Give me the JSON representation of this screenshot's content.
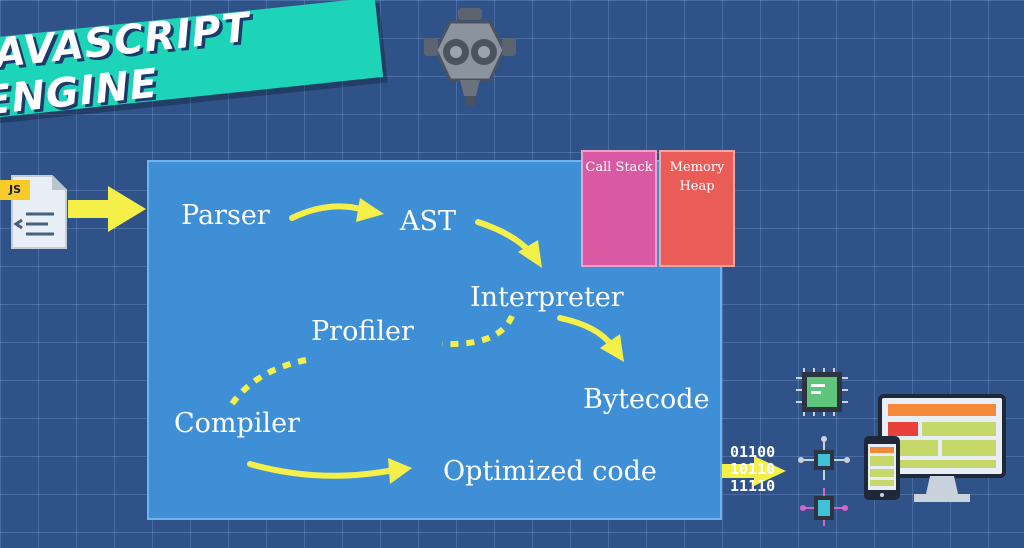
{
  "title": "JAVASCRIPT ENGINE",
  "memory": {
    "call_stack": "Call Stack",
    "memory_heap": "Memory Heap"
  },
  "pipeline": {
    "parser": "Parser",
    "ast": "AST",
    "interpreter": "Interpreter",
    "profiler": "Profiler",
    "compiler": "Compiler",
    "bytecode": "Bytecode",
    "optimized_code": "Optimized code"
  },
  "input_file_badge": "JS",
  "binary_lines": [
    "01100",
    "10110",
    "11110"
  ],
  "colors": {
    "background": "#2f5389",
    "panel": "#3f8fd6",
    "banner": "#1dd3b8",
    "arrow": "#f5ef4a",
    "call_stack": "#d95aa3",
    "memory_heap": "#e95c58"
  },
  "icons": [
    "engine-icon",
    "js-file-icon",
    "blocks-icon",
    "tree-icon",
    "toolbox-icon",
    "scientist-icon",
    "machine-icon",
    "cpu-chip-icon",
    "circuit-icon",
    "desktop-monitor-icon",
    "mobile-phone-icon"
  ]
}
